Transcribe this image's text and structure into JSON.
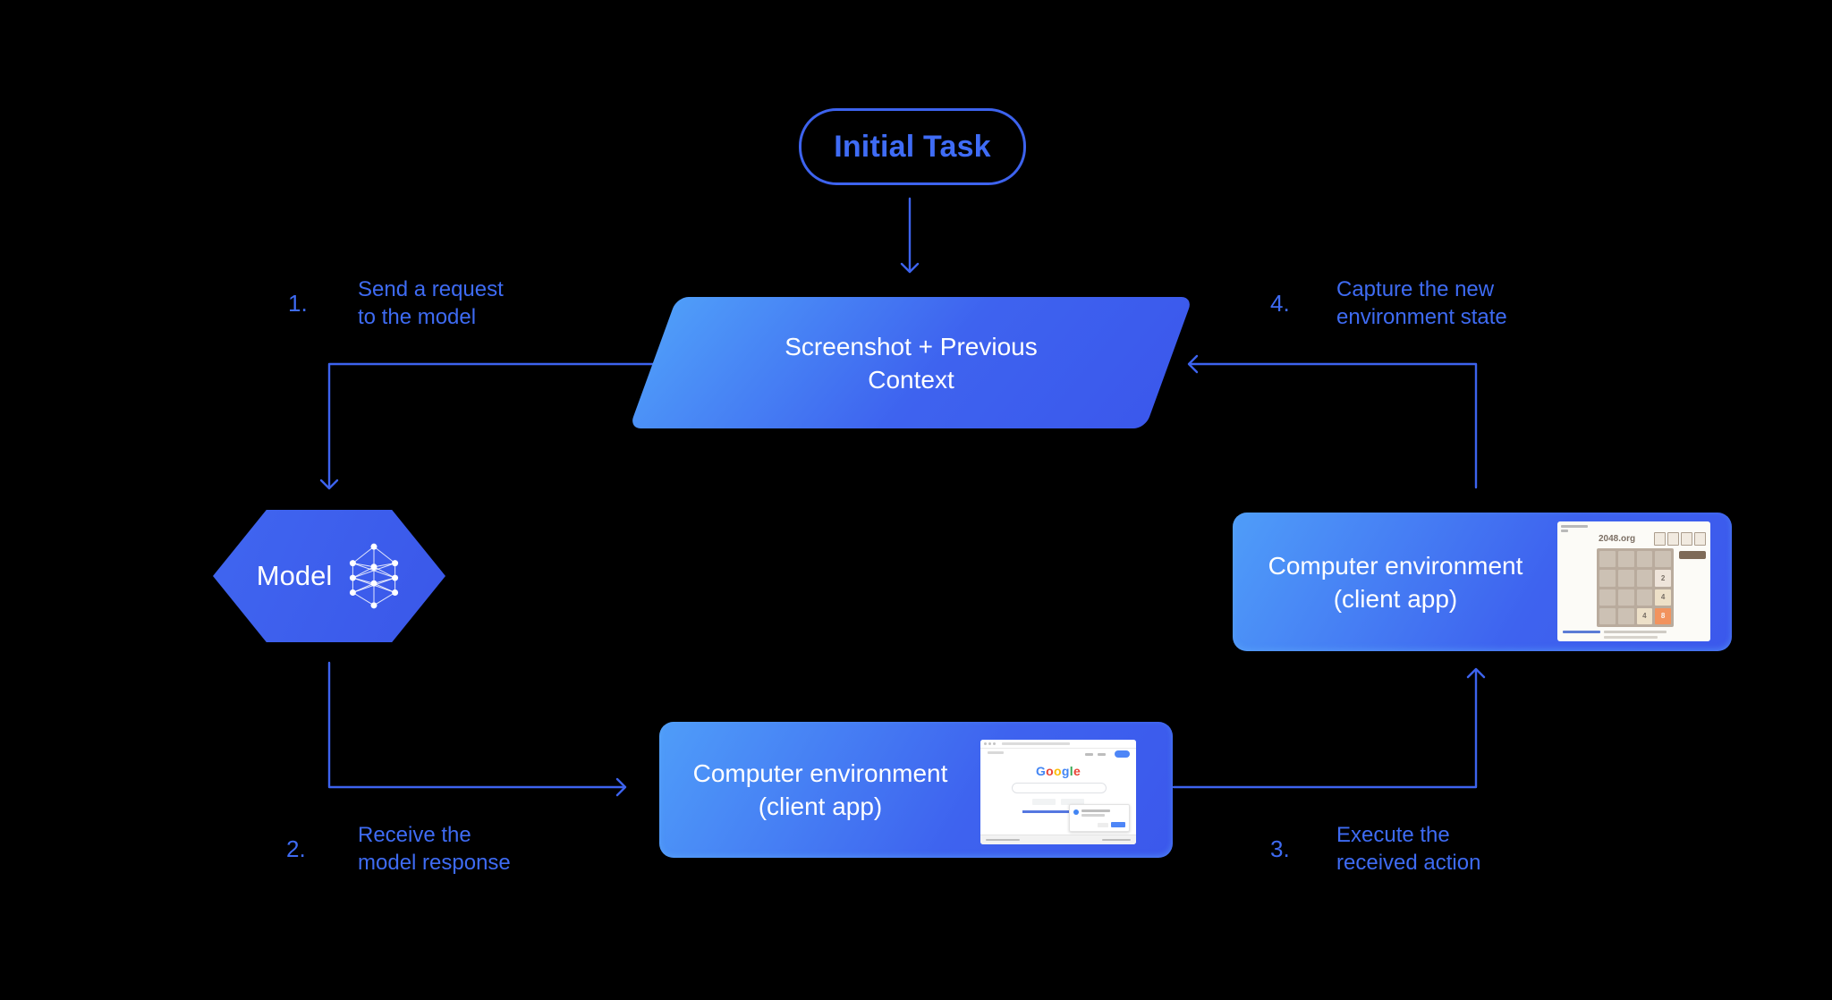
{
  "colors": {
    "background": "#000000",
    "accent_blue": "#3D63EE",
    "label_blue": "#3E6BF3",
    "shape_gradient_start": "#4F9DF9",
    "shape_gradient_end": "#3B58EC",
    "hexagon_gradient_start": "#4066F0",
    "hexagon_gradient_end": "#3A57E9",
    "node_text_white": "#FFFFFF"
  },
  "nodes": {
    "initial_task": {
      "label": "Initial Task"
    },
    "screenshot_context": {
      "line1": "Screenshot + Previous",
      "line2": "Context"
    },
    "model": {
      "label": "Model"
    },
    "env_client_right": {
      "line1": "Computer environment",
      "line2": "(client app)"
    },
    "env_client_bottom": {
      "line1": "Computer environment",
      "line2": "(client app)"
    }
  },
  "steps": [
    {
      "num": "1.",
      "line1": "Send a request",
      "line2": "to the model"
    },
    {
      "num": "2.",
      "line1": "Receive the",
      "line2": "model response"
    },
    {
      "num": "3.",
      "line1": "Execute the",
      "line2": "received action"
    },
    {
      "num": "4.",
      "line1": "Capture the new",
      "line2": "environment state"
    }
  ],
  "thumbnails": {
    "game_2048": {
      "site": "2048.org",
      "tiles": [
        {
          "row": 2,
          "col": 4,
          "value": "2",
          "bg": "#EEE4DA",
          "fg": "#776E65"
        },
        {
          "row": 3,
          "col": 4,
          "value": "4",
          "bg": "#EDE0C8",
          "fg": "#776E65"
        },
        {
          "row": 4,
          "col": 3,
          "value": "4",
          "bg": "#EDE0C8",
          "fg": "#776E65"
        },
        {
          "row": 4,
          "col": 4,
          "value": "8",
          "bg": "#F2935E",
          "fg": "#F9F6F2"
        }
      ]
    },
    "google_home": {
      "logo_letters": [
        {
          "ch": "G",
          "color": "#4285F4"
        },
        {
          "ch": "o",
          "color": "#EA4335"
        },
        {
          "ch": "o",
          "color": "#FBBC05"
        },
        {
          "ch": "g",
          "color": "#4285F4"
        },
        {
          "ch": "l",
          "color": "#34A853"
        },
        {
          "ch": "e",
          "color": "#EA4335"
        }
      ]
    }
  }
}
